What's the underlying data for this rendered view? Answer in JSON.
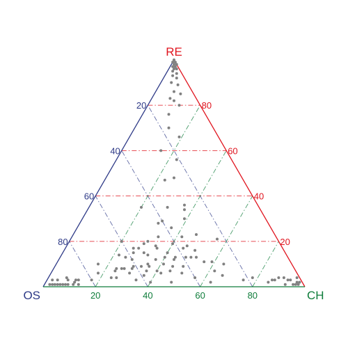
{
  "chart_data": {
    "type": "scatter",
    "subtype": "ternary",
    "title": "",
    "axes": {
      "top": {
        "label": "RE",
        "color": "#e0141e",
        "ticks": [
          20,
          40,
          60,
          80
        ]
      },
      "left": {
        "label": "OS",
        "color": "#2e3a87",
        "ticks": [
          20,
          40,
          60,
          80
        ]
      },
      "right": {
        "label": "CH",
        "color": "#0e7c3a",
        "ticks": [
          20,
          40,
          60,
          80
        ]
      }
    },
    "range": [
      0,
      100
    ],
    "grid": true,
    "grid_colors": {
      "RE": "#e0141e",
      "OS": "#2e3a87",
      "CH": "#0e7c3a"
    },
    "point_color": "#808080",
    "series": [
      {
        "points_format": [
          "OS",
          "CH",
          "RE"
        ],
        "points": [
          [
            0,
            1,
            99
          ],
          [
            1,
            0,
            99
          ],
          [
            0,
            0,
            100
          ],
          [
            1,
            1,
            98
          ],
          [
            0,
            2,
            98
          ],
          [
            2,
            1,
            97
          ],
          [
            1,
            2,
            97
          ],
          [
            2,
            2,
            96
          ],
          [
            1,
            3,
            96
          ],
          [
            3,
            2,
            95
          ],
          [
            2,
            4,
            94
          ],
          [
            4,
            3,
            93
          ],
          [
            3,
            5,
            92
          ],
          [
            6,
            4,
            90
          ],
          [
            4,
            7,
            89
          ],
          [
            7,
            7,
            86
          ],
          [
            5,
            10,
            85
          ],
          [
            9,
            9,
            82
          ],
          [
            10,
            7,
            83
          ],
          [
            8,
            12,
            80
          ],
          [
            14,
            10,
            76
          ],
          [
            17,
            13,
            70
          ],
          [
            15,
            19,
            66
          ],
          [
            25,
            15,
            60
          ],
          [
            21,
            23,
            56
          ],
          [
            26,
            26,
            48
          ],
          [
            30,
            23,
            47
          ],
          [
            35,
            30,
            35
          ],
          [
            28,
            36,
            36
          ],
          [
            45,
            20,
            35
          ],
          [
            31,
            39,
            30
          ],
          [
            29,
            37,
            34
          ],
          [
            38,
            36,
            26
          ],
          [
            42,
            30,
            28
          ],
          [
            40,
            31,
            29
          ],
          [
            36,
            42,
            22
          ],
          [
            45,
            33,
            22
          ],
          [
            30,
            47,
            23
          ],
          [
            23,
            56,
            21
          ],
          [
            50,
            30,
            20
          ],
          [
            60,
            20,
            20
          ],
          [
            55,
            28,
            17
          ],
          [
            48,
            34,
            18
          ],
          [
            38,
            45,
            17
          ],
          [
            45,
            40,
            15
          ],
          [
            58,
            27,
            15
          ],
          [
            64,
            22,
            14
          ],
          [
            37,
            50,
            13
          ],
          [
            51,
            37,
            12
          ],
          [
            30,
            59,
            11
          ],
          [
            55,
            35,
            10
          ],
          [
            61,
            30,
            9
          ],
          [
            42,
            49,
            9
          ],
          [
            69,
            24,
            7
          ],
          [
            44,
            50,
            6
          ],
          [
            72,
            24,
            4
          ],
          [
            63,
            34,
            3
          ],
          [
            35,
            63,
            2
          ],
          [
            58,
            40,
            2
          ],
          [
            80,
            17,
            3
          ],
          [
            89,
            8,
            3
          ],
          [
            92,
            7,
            1
          ],
          [
            94,
            5,
            1
          ],
          [
            95,
            4,
            1
          ],
          [
            96,
            3,
            1
          ],
          [
            93,
            6,
            1
          ],
          [
            91,
            8,
            1
          ],
          [
            90,
            9,
            1
          ],
          [
            88,
            11,
            1
          ],
          [
            87,
            11,
            2
          ],
          [
            93,
            4,
            3
          ],
          [
            95,
            2,
            3
          ],
          [
            89,
            7,
            4
          ],
          [
            86,
            11,
            3
          ],
          [
            86,
            13,
            1
          ],
          [
            97,
            2,
            1
          ],
          [
            85,
            12,
            3
          ],
          [
            1,
            95,
            4
          ],
          [
            2,
            96,
            2
          ],
          [
            2,
            97,
            1
          ],
          [
            4,
            95,
            1
          ],
          [
            5,
            92,
            3
          ],
          [
            3,
            96,
            1
          ],
          [
            8,
            88,
            4
          ],
          [
            10,
            87,
            3
          ],
          [
            6,
            90,
            4
          ],
          [
            4,
            93,
            3
          ],
          [
            7,
            92,
            1
          ],
          [
            11,
            86,
            3
          ],
          [
            13,
            85,
            2
          ],
          [
            1,
            97,
            2
          ],
          [
            22,
            75,
            3
          ],
          [
            18,
            78,
            4
          ],
          [
            65,
            27,
            8
          ],
          [
            53,
            40,
            7
          ],
          [
            46,
            45,
            9
          ],
          [
            39,
            48,
            13
          ],
          [
            35,
            52,
            13
          ],
          [
            66,
            26,
            8
          ],
          [
            57,
            36,
            7
          ],
          [
            52,
            42,
            6
          ],
          [
            62,
            30,
            8
          ],
          [
            48,
            45,
            7
          ],
          [
            59,
            36,
            5
          ],
          [
            33,
            56,
            11
          ],
          [
            31,
            62,
            7
          ],
          [
            55,
            36,
            9
          ],
          [
            68,
            24,
            8
          ],
          [
            26,
            64,
            10
          ],
          [
            60,
            28,
            12
          ],
          [
            43,
            44,
            13
          ],
          [
            47,
            40,
            13
          ],
          [
            53,
            33,
            14
          ],
          [
            34,
            50,
            16
          ],
          [
            57,
            26,
            17
          ],
          [
            41,
            40,
            19
          ],
          [
            52,
            29,
            19
          ],
          [
            62,
            25,
            13
          ],
          [
            74,
            16,
            10
          ],
          [
            76,
            18,
            6
          ],
          [
            70,
            26,
            4
          ],
          [
            50,
            48,
            2
          ],
          [
            40,
            56,
            4
          ],
          [
            29,
            66,
            5
          ],
          [
            44,
            44,
            12
          ],
          [
            48,
            35,
            17
          ],
          [
            36,
            46,
            18
          ],
          [
            58,
            33,
            9
          ],
          [
            64,
            30,
            6
          ],
          [
            49,
            41,
            10
          ],
          [
            54,
            31,
            15
          ]
        ]
      }
    ]
  }
}
